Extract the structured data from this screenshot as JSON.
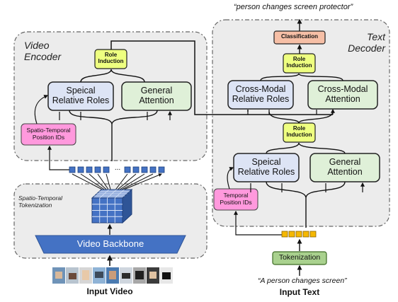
{
  "video_encoder": {
    "title_line1": "Video",
    "title_line2": "Encoder",
    "role_induction": [
      "Role",
      "Induction"
    ],
    "special_roles": [
      "Speical",
      "Relative Roles"
    ],
    "general_attention": [
      "General",
      "Attention"
    ],
    "position_ids": [
      "Spatio-Temporal",
      "Position IDs"
    ]
  },
  "tokenization_stage": {
    "label_line1": "Spatio-Temporal",
    "label_line2": "Tokenization",
    "ellipsis": "..."
  },
  "video_backbone": "Video Backbone",
  "input_video_label": "Input Video",
  "text_decoder": {
    "title_line1": "Text",
    "title_line2": "Decoder",
    "classification": "Classification",
    "role_induction_top": [
      "Role",
      "Induction"
    ],
    "cross_modal_roles": [
      "Cross-Modal",
      "Relative Roles"
    ],
    "cross_modal_attention": [
      "Cross-Modal",
      "Attention"
    ],
    "role_induction_mid": [
      "Role",
      "Induction"
    ],
    "special_roles": [
      "Speical",
      "Relative Roles"
    ],
    "general_attention": [
      "General",
      "Attention"
    ],
    "position_ids": [
      "Temporal",
      "Position IDs"
    ]
  },
  "tokenization": "Tokenization",
  "output_text": "“person changes screen protector”",
  "input_text_quote": "“A person changes screen”",
  "input_text_label": "Input Text",
  "colors": {
    "role_induction": "#eeff80",
    "special_roles": "#dde4f5",
    "general_attention": "#dff0d8",
    "position_ids": "#ff99dd",
    "classification": "#f6bfa6",
    "tokenization": "#a9d18e",
    "backbone": "#4472c4",
    "token_cube": "#4472c4",
    "text_token": "#f5b800"
  }
}
